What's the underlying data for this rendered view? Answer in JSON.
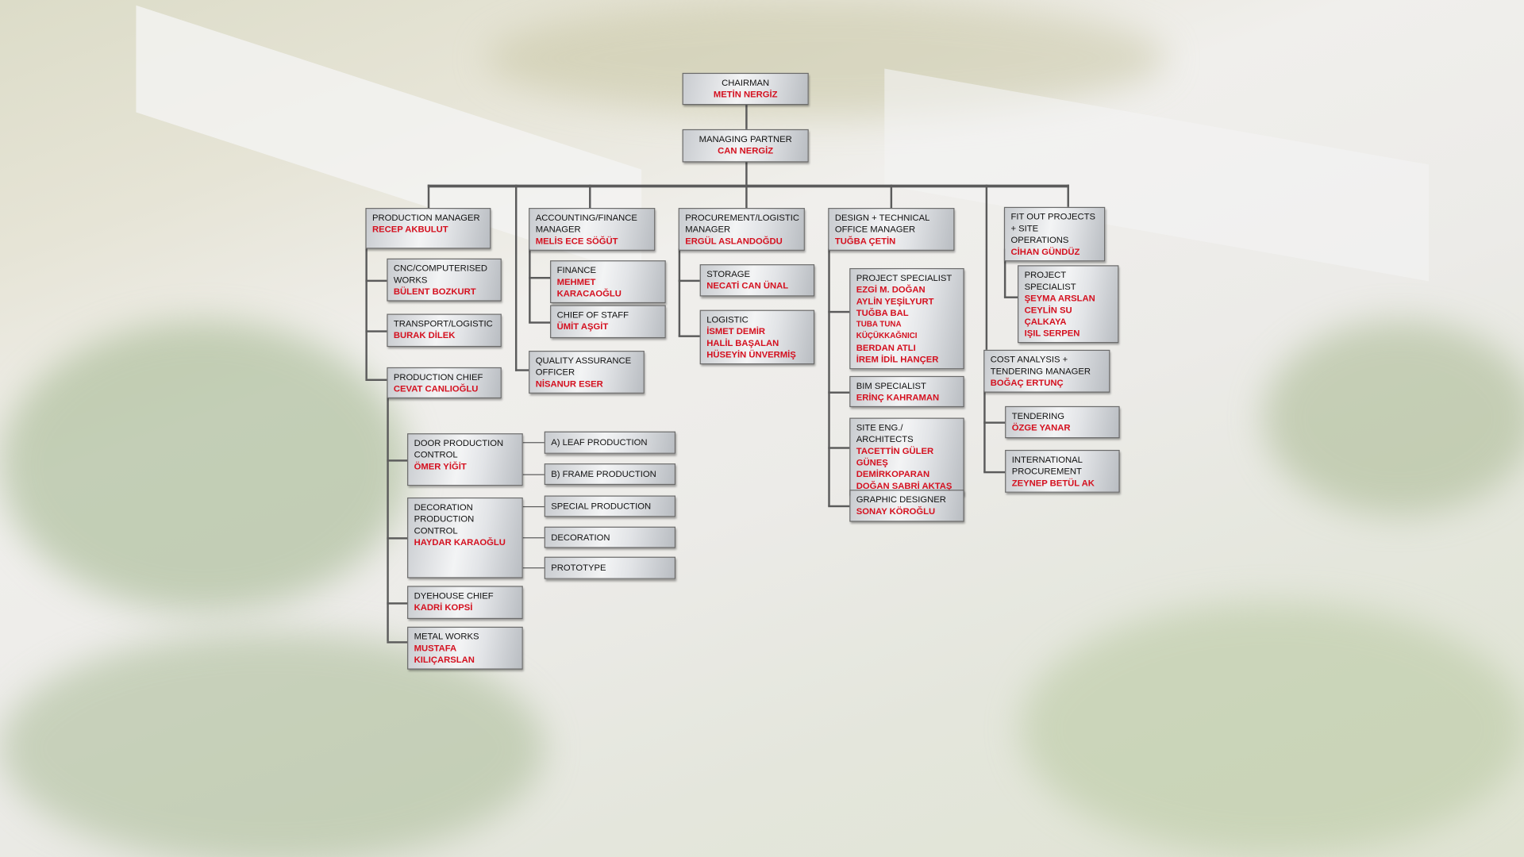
{
  "colors": {
    "name_red": "#d4101f",
    "box_border": "#6a6a6a",
    "connector": "#5b5b5b"
  },
  "chart": {
    "chairman": {
      "title": "CHAIRMAN",
      "names": [
        "METİN NERGİZ"
      ]
    },
    "managing_partner": {
      "title": "MANAGING PARTNER",
      "names": [
        "CAN NERGİZ"
      ]
    },
    "production_manager": {
      "title": "PRODUCTION MANAGER",
      "names": [
        "RECEP AKBULUT"
      ]
    },
    "cnc": {
      "title": "CNC/COMPUTERISED WORKS",
      "names": [
        "BÜLENT BOZKURT"
      ]
    },
    "transport": {
      "title": "TRANSPORT/LOGISTIC",
      "names": [
        "BURAK DİLEK"
      ]
    },
    "production_chief": {
      "title": "PRODUCTION CHIEF",
      "names": [
        "CEVAT CANLIOĞLU"
      ]
    },
    "door_production": {
      "title": "DOOR PRODUCTION CONTROL",
      "names": [
        "ÖMER YİĞİT"
      ]
    },
    "decoration_production": {
      "title": "DECORATION PRODUCTION CONTROL",
      "names": [
        "HAYDAR KARAOĞLU"
      ]
    },
    "dyehouse": {
      "title": "DYEHOUSE CHIEF",
      "names": [
        "KADRİ KOPSİ"
      ]
    },
    "metal_works": {
      "title": "METAL WORKS",
      "names": [
        "MUSTAFA KILIÇARSLAN"
      ]
    },
    "leaf": {
      "title": "A) LEAF PRODUCTION",
      "names": []
    },
    "frame": {
      "title": "B) FRAME PRODUCTION",
      "names": []
    },
    "special": {
      "title": "SPECIAL PRODUCTION",
      "names": []
    },
    "decoration": {
      "title": "DECORATION",
      "names": []
    },
    "prototype": {
      "title": "PROTOTYPE",
      "names": []
    },
    "accounting": {
      "title": "ACCOUNTING/FINANCE MANAGER",
      "names": [
        "MELİS ECE SÖĞÜT"
      ]
    },
    "finance": {
      "title": "FINANCE",
      "names": [
        "MEHMET KARACAOĞLU"
      ]
    },
    "chief_of_staff": {
      "title": "CHIEF OF STAFF",
      "names": [
        "ÜMİT AŞGİT"
      ]
    },
    "quality": {
      "title": "QUALITY ASSURANCE OFFICER",
      "names": [
        "NİSANUR ESER"
      ]
    },
    "procurement": {
      "title": "PROCUREMENT/LOGISTIC MANAGER",
      "names": [
        "ERGÜL ASLANDOĞDU"
      ]
    },
    "storage": {
      "title": "STORAGE",
      "names": [
        "NECATİ CAN ÜNAL"
      ]
    },
    "logistic": {
      "title": "LOGISTIC",
      "names": [
        "İSMET DEMİR",
        "HALİL BAŞALAN",
        "HÜSEYİN ÜNVERMİŞ"
      ]
    },
    "design": {
      "title": "DESIGN + TECHNICAL OFFICE MANAGER",
      "names": [
        "TUĞBA ÇETİN"
      ]
    },
    "design_project_specialist": {
      "title": "PROJECT SPECIALIST",
      "names": [
        "EZGİ M. DOĞAN",
        "AYLİN YEŞİLYURT",
        "TUĞBA BAL",
        "TUBA TUNA KÜÇÜKKAĞNICI",
        "BERDAN ATLI",
        "İREM İDİL HANÇER"
      ]
    },
    "bim": {
      "title": "BIM SPECIALIST",
      "names": [
        "ERİNÇ KAHRAMAN"
      ]
    },
    "site_eng": {
      "title": "SITE ENG./ ARCHITECTS",
      "names": [
        "TACETTİN GÜLER",
        "GÜNEŞ DEMİRKOPARAN",
        "DOĞAN SABRİ AKTAŞ"
      ]
    },
    "graphic": {
      "title": "GRAPHIC DESIGNER",
      "names": [
        "SONAY KÖROĞLU"
      ]
    },
    "fit_out": {
      "title": "FIT OUT PROJECTS + SITE OPERATIONS",
      "names": [
        "CİHAN GÜNDÜZ"
      ]
    },
    "fit_out_project_specialist": {
      "title": "PROJECT SPECIALIST",
      "names": [
        "ŞEYMA ARSLAN",
        "CEYLİN SU ÇALKAYA",
        "IŞIL SERPEN"
      ]
    },
    "cost_analysis": {
      "title": "COST ANALYSIS + TENDERING MANAGER",
      "names": [
        "BOĞAÇ ERTUNÇ"
      ]
    },
    "tendering": {
      "title": "TENDERING",
      "names": [
        "ÖZGE YANAR"
      ]
    },
    "international": {
      "title": "INTERNATIONAL PROCUREMENT",
      "names": [
        "ZEYNEP BETÜL AK"
      ]
    }
  }
}
